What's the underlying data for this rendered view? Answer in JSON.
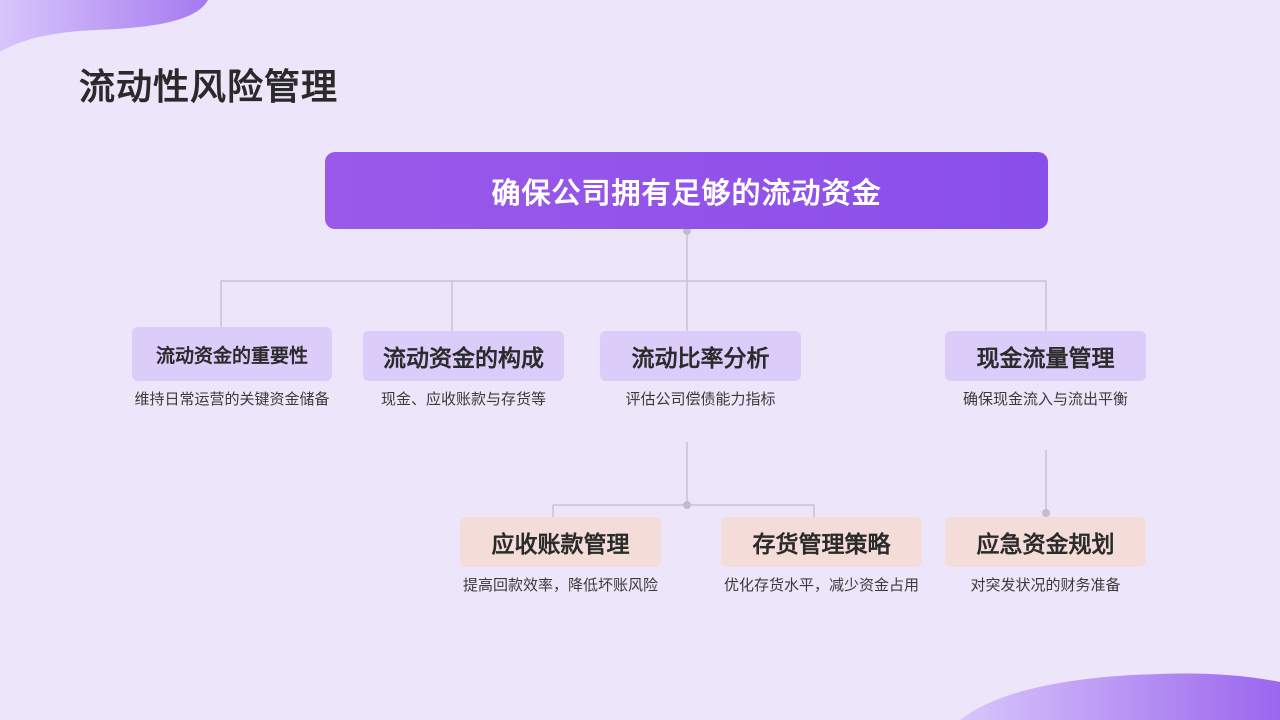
{
  "page": {
    "title": "流动性风险管理"
  },
  "colors": {
    "background": "#ede6fb",
    "root_box": "#8a4eea",
    "level1_box": "#dcccfa",
    "level2_box": "#f4ddd8",
    "connector": "#c8c2d0"
  },
  "diagram": {
    "root": {
      "label": "确保公司拥有足够的流动资金"
    },
    "level1": [
      {
        "label": "流动资金的重要性",
        "desc": "维持日常运营的关键资金储备"
      },
      {
        "label": "流动资金的构成",
        "desc": "现金、应收账款与存货等"
      },
      {
        "label": "流动比率分析",
        "desc": "评估公司偿债能力指标"
      },
      {
        "label": "现金流量管理",
        "desc": "确保现金流入与流出平衡"
      }
    ],
    "level2": [
      {
        "label": "应收账款管理",
        "desc": "提高回款效率，降低坏账风险"
      },
      {
        "label": "存货管理策略",
        "desc": "优化存货水平，减少资金占用"
      },
      {
        "label": "应急资金规划",
        "desc": "对突发状况的财务准备"
      }
    ]
  }
}
